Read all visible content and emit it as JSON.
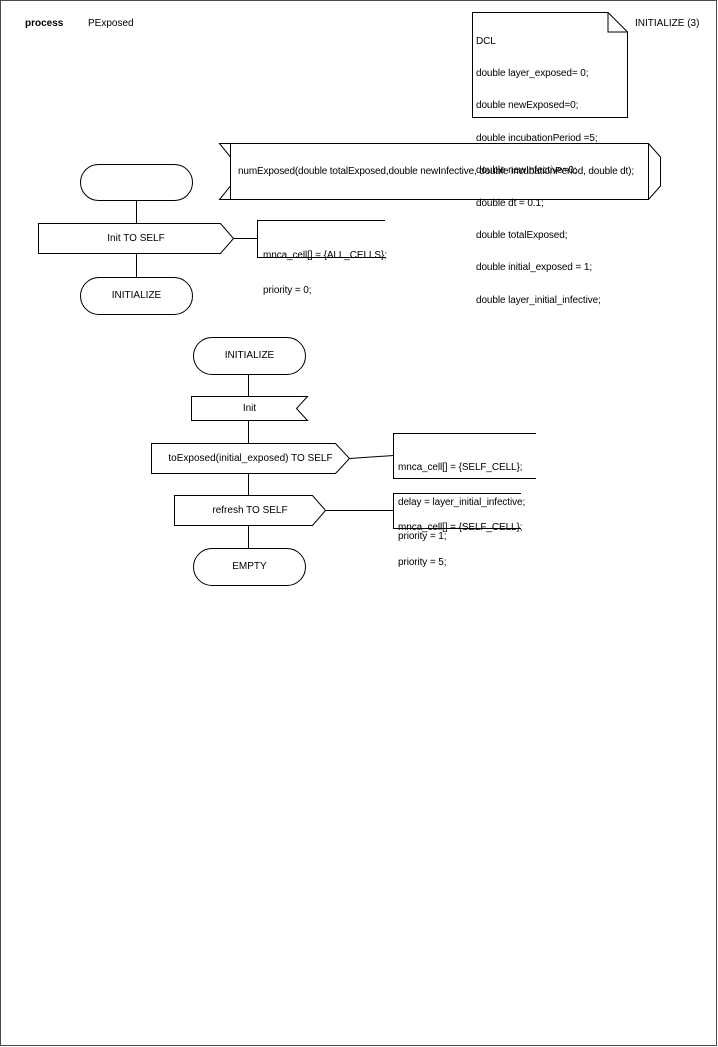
{
  "header": {
    "kind": "process",
    "name": "PExposed",
    "page": "INITIALIZE (3)"
  },
  "declarations": [
    "DCL",
    "double layer_exposed= 0;",
    "double newExposed=0;",
    "double incubationPeriod =5;",
    "double newInfective=0;",
    "double dt = 0.1;",
    "double totalExposed;",
    "double initial_exposed = 1;",
    "double layer_initial_infective;"
  ],
  "procedure": "numExposed(double totalExposed,double newInfective, double incubationPeriod, double dt);",
  "start_branch": {
    "output_label": "Init TO SELF",
    "output_comment": [
      "mnca_cell[] = {ALL_CELLS};",
      "priority = 0;"
    ],
    "next_state": "INITIALIZE"
  },
  "state_branch": {
    "state": "INITIALIZE",
    "input": "Init",
    "output1": "toExposed(initial_exposed) TO SELF",
    "output1_comment": [
      "mnca_cell[] = {SELF_CELL};",
      "delay = layer_initial_infective;",
      "priority = 1;"
    ],
    "output2": "refresh TO SELF",
    "output2_comment": [
      "mnca_cell[] = {SELF_CELL};",
      "priority = 5;"
    ],
    "next_state": "EMPTY"
  }
}
